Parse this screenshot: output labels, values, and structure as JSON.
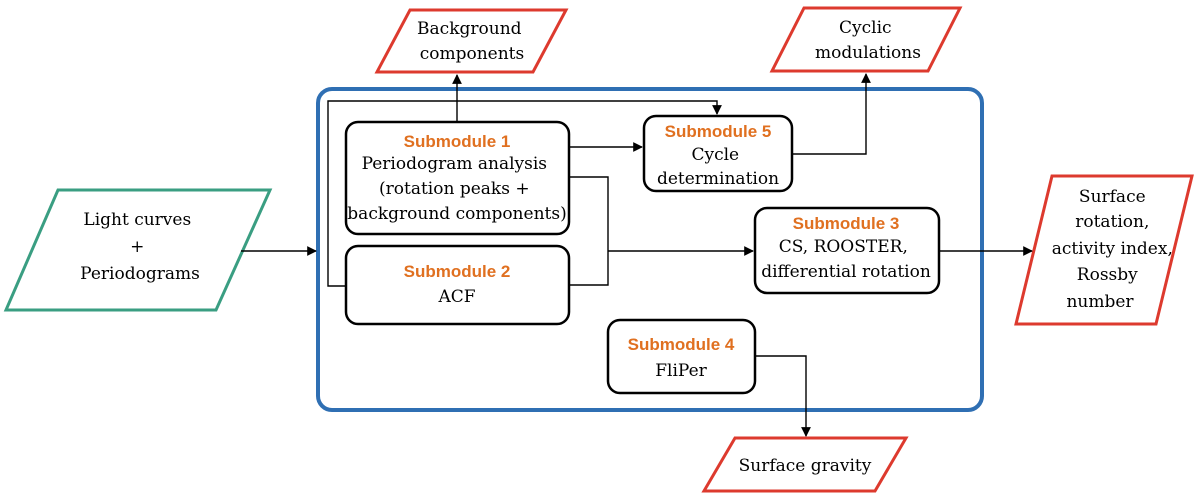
{
  "colors": {
    "module_border": "#2f6fb3",
    "output_border": "#dd3a2e",
    "input_border": "#3a9e82",
    "submodule_title": "#e07020",
    "box_border": "#000000"
  },
  "input": {
    "lines": [
      "Light curves",
      "+",
      "Periodograms"
    ]
  },
  "outputs": {
    "background": [
      "Background",
      "components"
    ],
    "cyclic": [
      "Cyclic",
      "modulations"
    ],
    "surface_rotation": [
      "Surface",
      "rotation,",
      "activity index,",
      "Rossby",
      "number"
    ],
    "surface_gravity": [
      "Surface gravity"
    ]
  },
  "submodules": {
    "sm1": {
      "title": "Submodule 1",
      "lines": [
        "Periodogram analysis",
        "(rotation peaks +",
        "background components)"
      ]
    },
    "sm2": {
      "title": "Submodule 2",
      "lines": [
        "ACF"
      ]
    },
    "sm3": {
      "title": "Submodule 3",
      "lines": [
        "CS, ROOSTER,",
        "differential rotation"
      ]
    },
    "sm4": {
      "title": "Submodule 4",
      "lines": [
        "FliPer"
      ]
    },
    "sm5": {
      "title": "Submodule 5",
      "lines": [
        "Cycle",
        "determination"
      ]
    }
  }
}
